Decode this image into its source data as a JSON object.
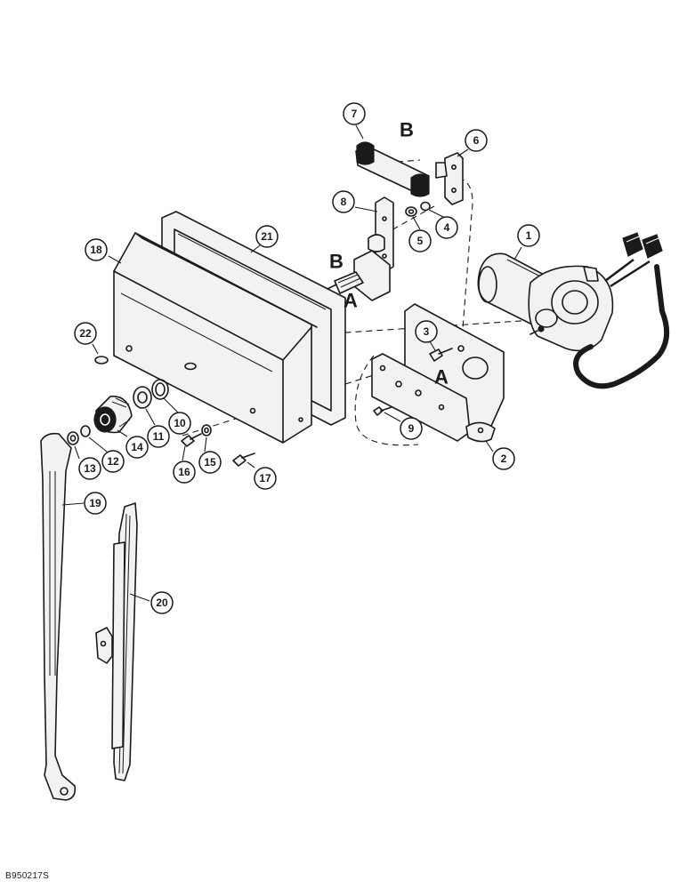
{
  "figure": {
    "id": "B950217S",
    "ref_letter_a": "A",
    "ref_letter_b": "B"
  },
  "callouts": [
    {
      "n": "1"
    },
    {
      "n": "2"
    },
    {
      "n": "3"
    },
    {
      "n": "4"
    },
    {
      "n": "5"
    },
    {
      "n": "6"
    },
    {
      "n": "7"
    },
    {
      "n": "8"
    },
    {
      "n": "9"
    },
    {
      "n": "10"
    },
    {
      "n": "11"
    },
    {
      "n": "12"
    },
    {
      "n": "13"
    },
    {
      "n": "14"
    },
    {
      "n": "15"
    },
    {
      "n": "16"
    },
    {
      "n": "17"
    },
    {
      "n": "18"
    },
    {
      "n": "19"
    },
    {
      "n": "20"
    },
    {
      "n": "21"
    },
    {
      "n": "22"
    }
  ]
}
